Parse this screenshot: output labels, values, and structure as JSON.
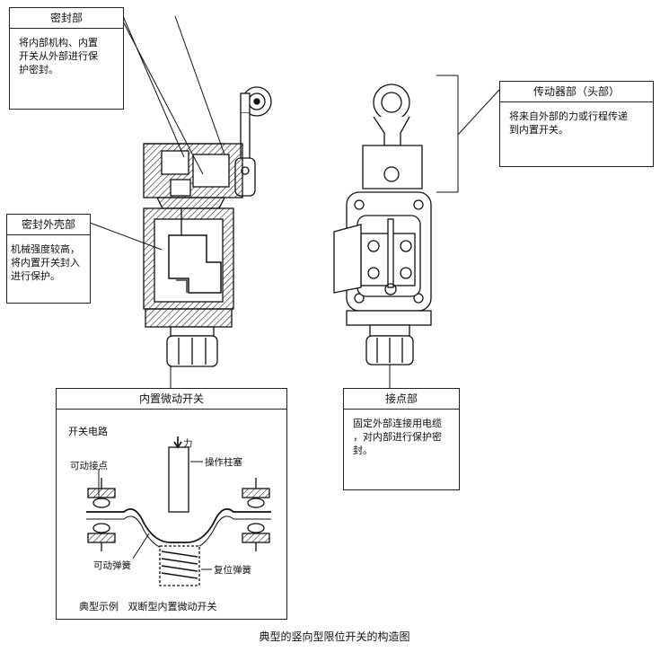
{
  "callouts": {
    "seal": {
      "title": "密封部",
      "body": "将内部机构、内置\n开关从外部进行保\n护密封。"
    },
    "housing": {
      "title": "密封外壳部",
      "body": "机械强度较高，\n将内置开关封入\n进行保护。"
    },
    "actuator_head": {
      "title": "传动器部（头部）",
      "body": "将来自外部的力或行程传递\n到内置开关。"
    },
    "contact": {
      "title": "接点部",
      "body": "固定外部连接用电缆\n，对内部进行保护密\n封。"
    },
    "microswitch": {
      "title": "内置微动开关",
      "circuit_label": "开关电路",
      "force_label": "力",
      "plunger_label": "操作柱塞",
      "movable_contact_label": "可动接点",
      "movable_spring_label": "可动弹簧",
      "return_spring_label": "复位弹簧",
      "example_label": "典型示例   双断型内置微动开关"
    }
  },
  "caption": "典型的竖向型限位开关的构造图"
}
